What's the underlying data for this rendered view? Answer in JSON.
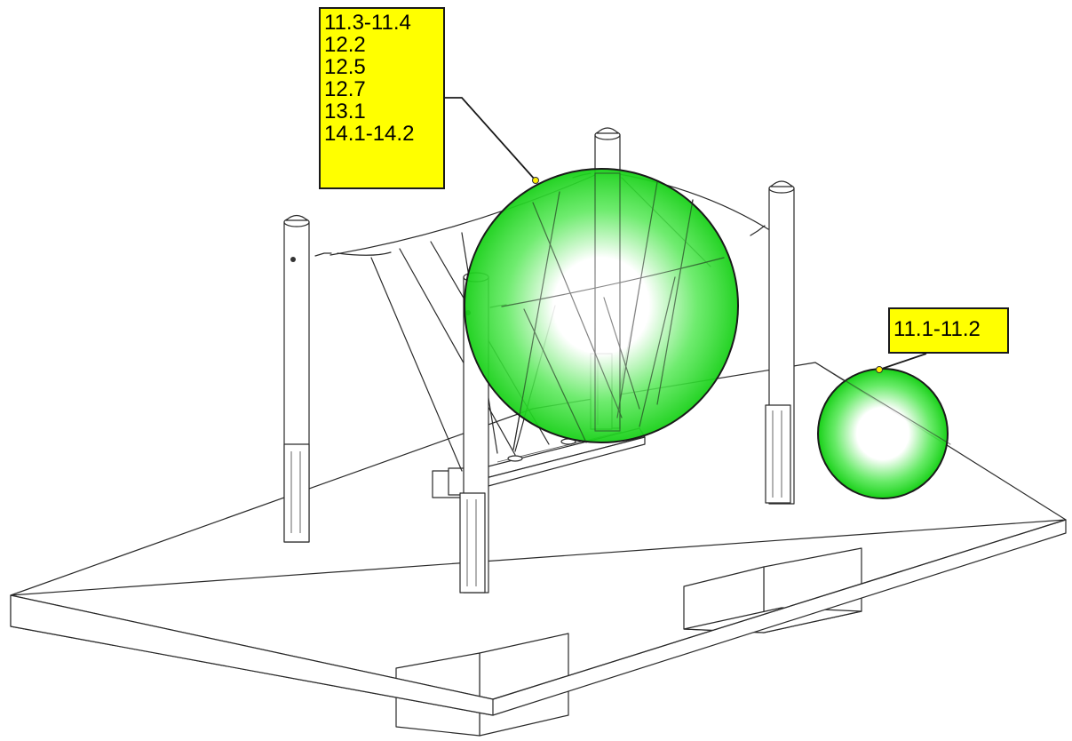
{
  "colors": {
    "label_fill": "#ffff00",
    "zone_fill": "#22dd22",
    "zone_center": "#ffffff",
    "anchor_dot": "#ffee00"
  },
  "callouts": [
    {
      "id": "large-zone",
      "lines": [
        "11.3-11.4",
        "12.2",
        "12.5",
        "12.7",
        "13.1",
        "14.1-14.2"
      ]
    },
    {
      "id": "small-zone",
      "lines": [
        "11.1-11.2"
      ]
    }
  ]
}
